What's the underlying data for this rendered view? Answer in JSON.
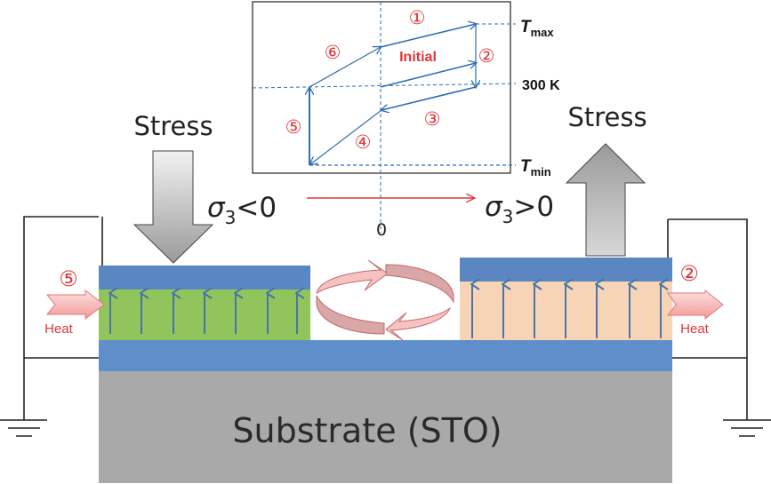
{
  "inset": {
    "labels": {
      "initial": "Initial",
      "tmax_main": "T",
      "tmax_sub": "max",
      "t300": "300 K",
      "tmin_main": "T",
      "tmin_sub": "min",
      "zero": "0"
    },
    "steps": [
      "①",
      "②",
      "③",
      "④",
      "⑤",
      "⑥"
    ]
  },
  "left_film": {
    "stress_label": "Stress",
    "sigma_label": "σ",
    "sigma_sub": "3",
    "sigma_rel": "<0",
    "step_label": "⑤",
    "heat_label": "Heat"
  },
  "right_film": {
    "stress_label": "Stress",
    "sigma_label": "σ",
    "sigma_sub": "3",
    "sigma_rel": ">0",
    "step_label": "②",
    "heat_label": "Heat"
  },
  "substrate": {
    "label": "Substrate (STO)"
  },
  "colors": {
    "electrode_blue": "#5b8ac4",
    "green_film": "#92c45c",
    "peach_film": "#f8d4b6",
    "substrate_gray": "#a9a9a9",
    "loop_blue": "#2e6fb0",
    "label_red": "#e0363a",
    "heat_pink": "#f6a9a9"
  }
}
